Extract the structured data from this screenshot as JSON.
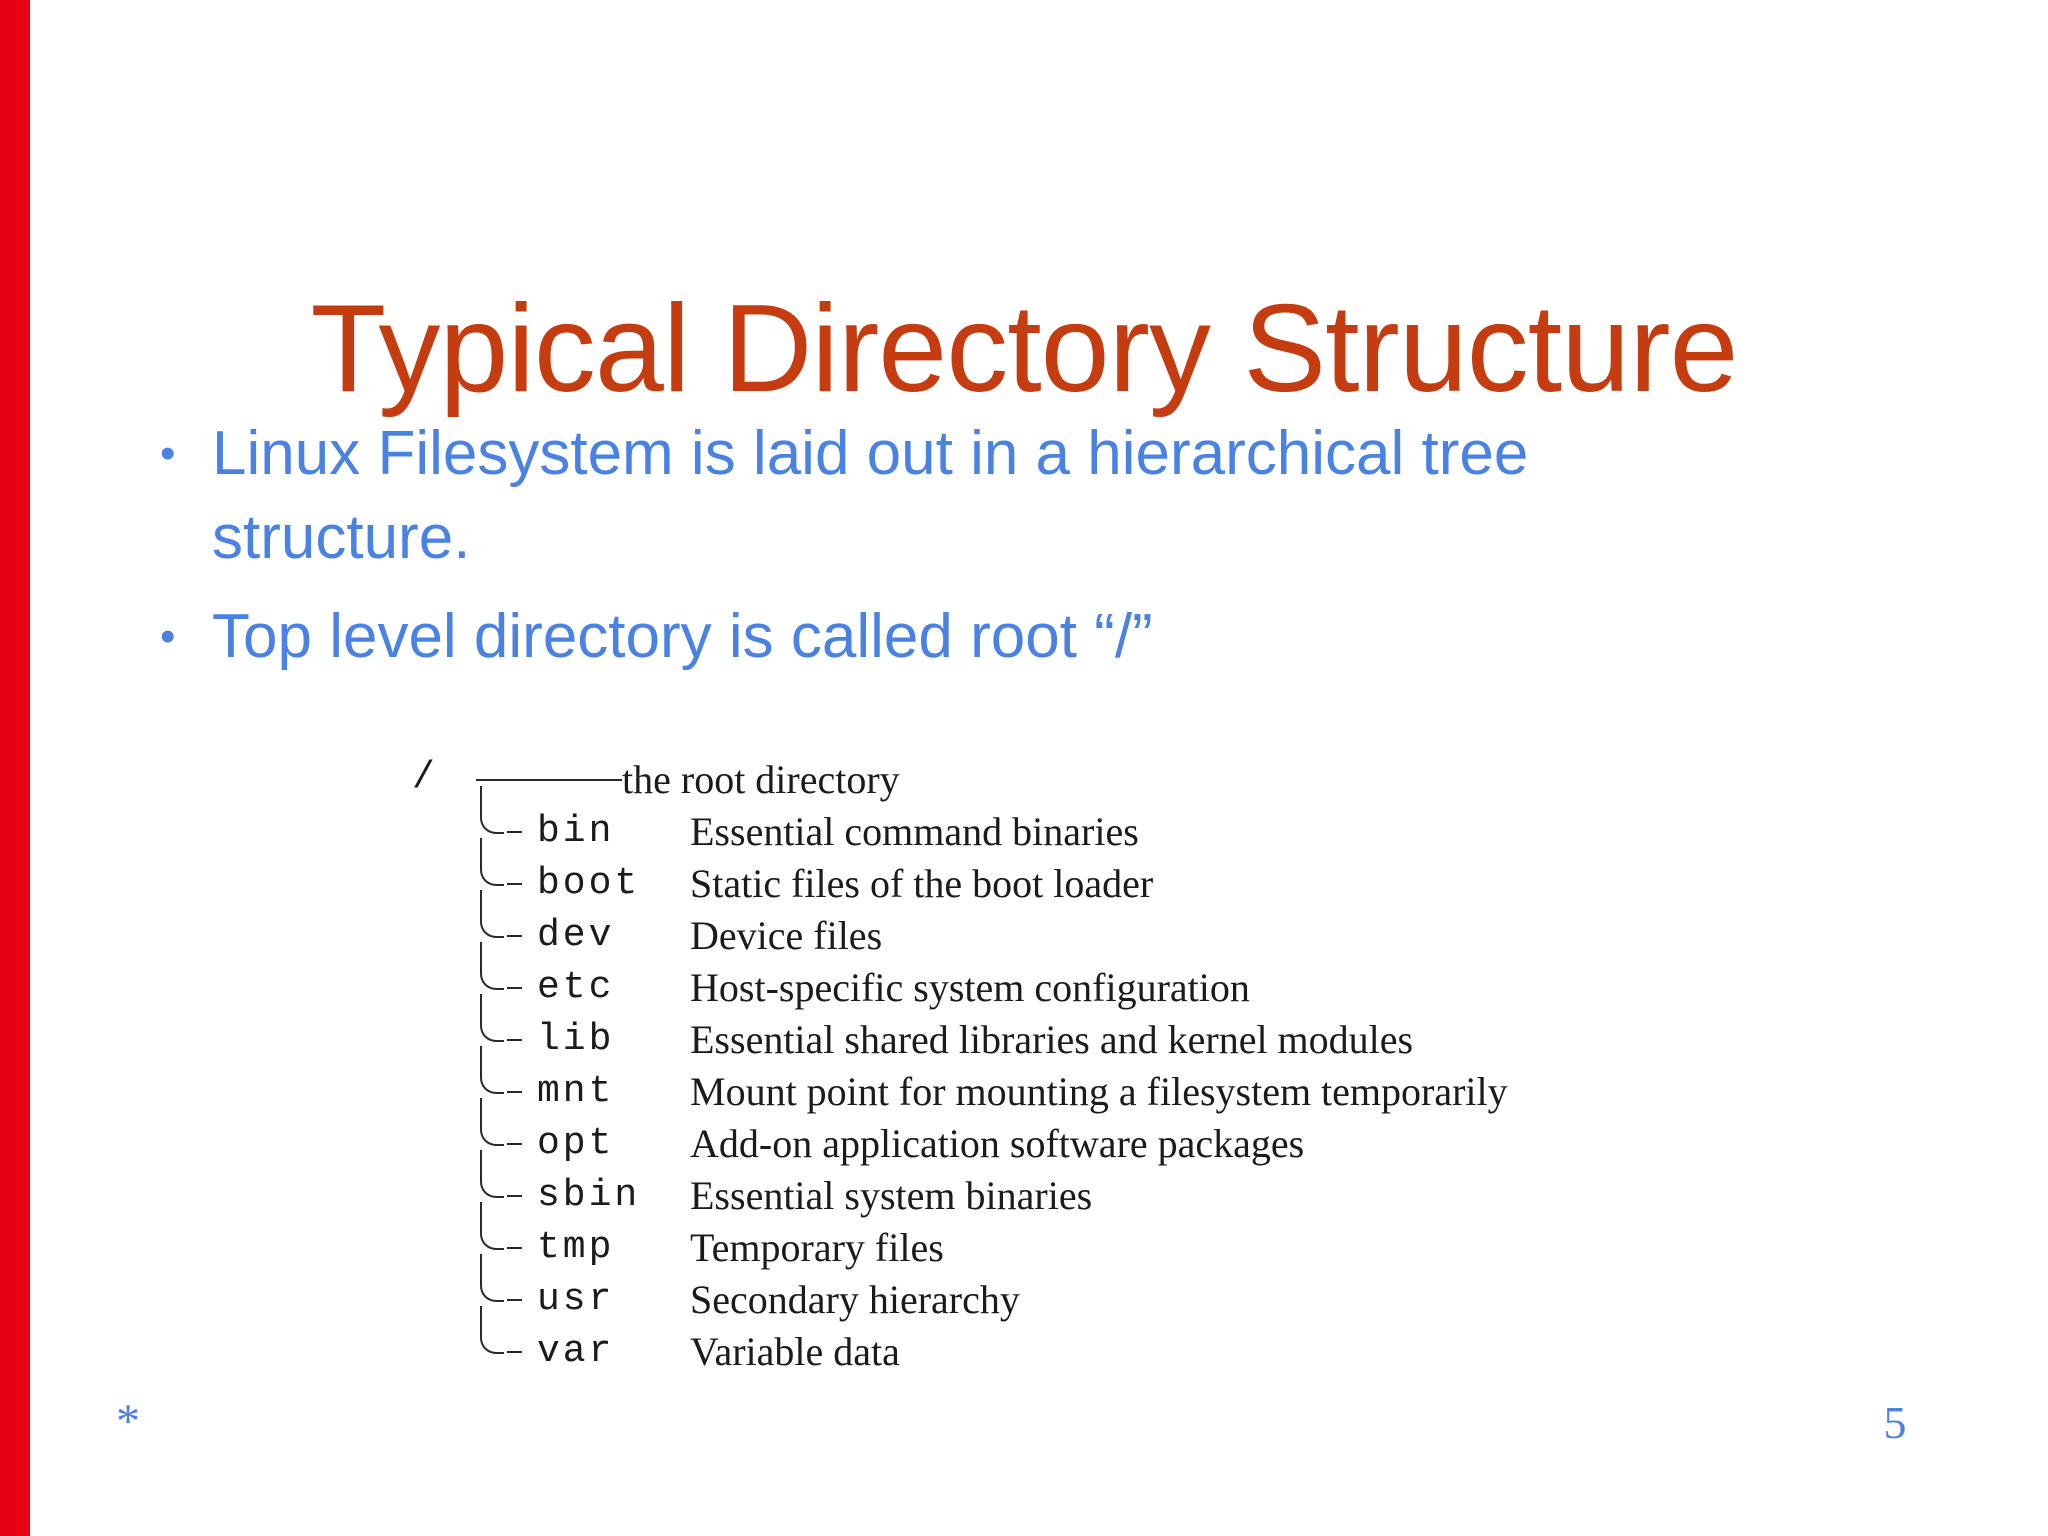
{
  "slide": {
    "title": "Typical Directory Structure",
    "bullet_marker": "•",
    "bullets": [
      "Linux Filesystem is laid out in a hierarchical tree structure.",
      "Top level directory is called root “/”"
    ],
    "footer_left": "*",
    "page_number": "5",
    "colors": {
      "title": "#c43c10",
      "bullet_text": "#4a82e4",
      "accent_bar": "#e60012",
      "tree_ink": "#1b1b1b"
    }
  },
  "tree": {
    "root_label": "/",
    "root_description": "the root directory",
    "entries": [
      {
        "name": "bin",
        "description": "Essential command binaries"
      },
      {
        "name": "boot",
        "description": "Static files of the boot loader"
      },
      {
        "name": "dev",
        "description": "Device files"
      },
      {
        "name": "etc",
        "description": "Host-specific system configuration"
      },
      {
        "name": "lib",
        "description": "Essential shared libraries and kernel modules"
      },
      {
        "name": "mnt",
        "description": "Mount point for mounting a filesystem temporarily"
      },
      {
        "name": "opt",
        "description": "Add-on application software packages"
      },
      {
        "name": "sbin",
        "description": "Essential system binaries"
      },
      {
        "name": "tmp",
        "description": "Temporary files"
      },
      {
        "name": "usr",
        "description": "Secondary hierarchy"
      },
      {
        "name": "var",
        "description": "Variable data"
      }
    ]
  }
}
